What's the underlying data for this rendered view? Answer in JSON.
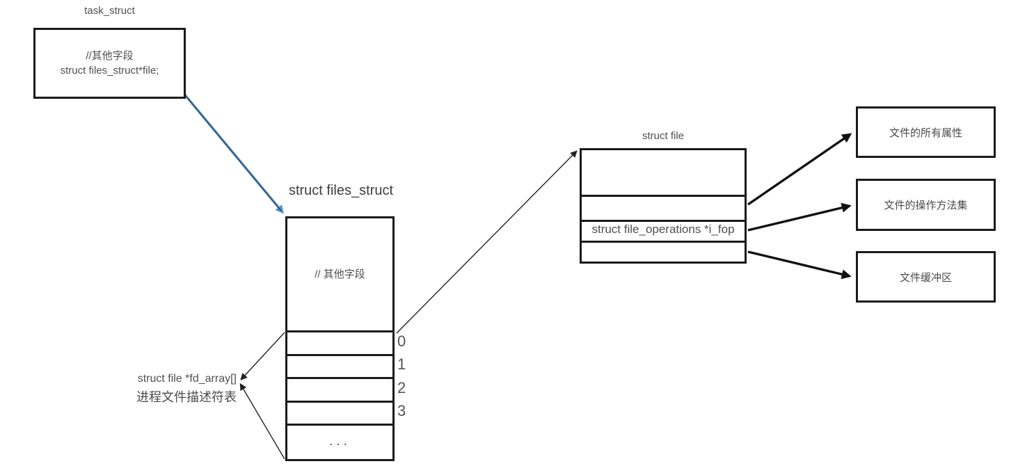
{
  "diagram": {
    "task_struct": {
      "title": "task_struct",
      "comment": "//其他字段",
      "field": "struct files_struct*file;"
    },
    "files_struct": {
      "title": "struct files_struct",
      "comment": "// 其他字段",
      "ellipsis": "...",
      "fd_indices": [
        "0",
        "1",
        "2",
        "3"
      ],
      "fd_array_field": "struct file *fd_array[]",
      "fd_array_caption": "进程文件描述符表"
    },
    "file": {
      "title": "struct file",
      "i_fop_field": "struct file_operations *i_fop"
    },
    "targets": [
      {
        "label": "文件的所有属性"
      },
      {
        "label": "文件的操作方法集"
      },
      {
        "label": "文件缓冲区"
      }
    ],
    "colors": {
      "blue_arrow": "#5b9bd5",
      "border": "#1a1a1a",
      "text": "#4f4f4f"
    }
  }
}
